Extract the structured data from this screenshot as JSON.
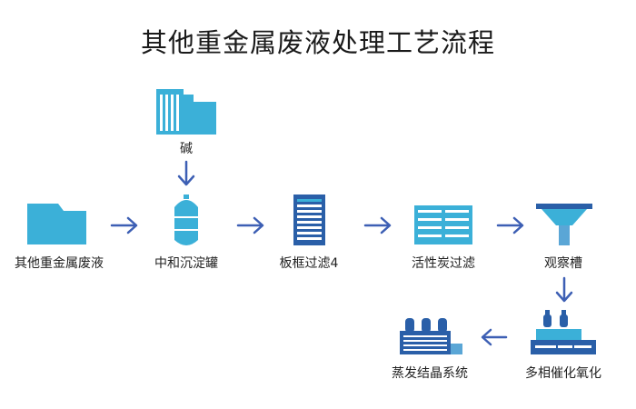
{
  "title": "其他重金属废液处理工艺流程",
  "nodes": {
    "alkali": {
      "label": "碱",
      "icon": "chemical-tank-icon"
    },
    "wastewater": {
      "label": "其他重金属废液",
      "icon": "folder-icon"
    },
    "neutralization": {
      "label": "中和沉淀罐",
      "icon": "tank-icon"
    },
    "plate_filter": {
      "label": "板框过滤4",
      "icon": "filter-press-icon"
    },
    "carbon_filter": {
      "label": "活性炭过滤",
      "icon": "carbon-filter-icon"
    },
    "observation": {
      "label": "观察槽",
      "icon": "funnel-icon"
    },
    "oxidation": {
      "label": "多相催化氧化",
      "icon": "reactor-icon"
    },
    "evaporation": {
      "label": "蒸发结晶系统",
      "icon": "evaporator-icon"
    }
  },
  "colors": {
    "light_blue": "#3bb0d8",
    "dark_blue": "#2a5fa8",
    "arrow": "#3d5fb4",
    "mid_blue": "#5aa6d6"
  }
}
